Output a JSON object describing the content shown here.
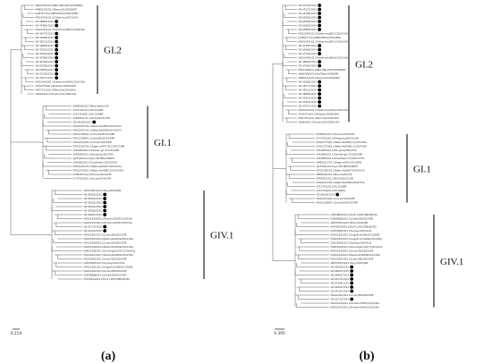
{
  "figure": {
    "panels": [
      {
        "id": "a",
        "label": "(a)",
        "scale_label": "0.214",
        "clades": [
          {
            "name": "GI.2",
            "tips": [
              {
                "label": "KB614056/GI.2/BRA-2BR-DP01/2006/BRA",
                "dot": false
              },
              {
                "label": "MN661542/GI.2/Rayon/GL2009/ARG",
                "dot": false
              },
              {
                "label": "KJ453573/GI.2/MEX/HP012/2012/MEX",
                "dot": false
              },
              {
                "label": "MG012441/GI.2/Oklahoma/2015/USA",
                "dot": false
              },
              {
                "label": "GE-46860/2014",
                "dot": true
              },
              {
                "label": "GE-47485/2014",
                "dot": true
              },
              {
                "label": "MG012441/GI.2/Oklahoma/8671/2016/USA",
                "dot": false
              },
              {
                "label": "GE-45477/2014",
                "dot": true
              },
              {
                "label": "GE-32968/2015",
                "dot": true
              },
              {
                "label": "GE-45513/2014",
                "dot": true
              },
              {
                "label": "GE-46685/2015",
                "dot": true
              },
              {
                "label": "GE-47650/2015",
                "dot": true
              },
              {
                "label": "GE-47620/2015",
                "dot": true
              },
              {
                "label": "GE-47485/2014",
                "dot": true
              },
              {
                "label": "GE-44789/2014",
                "dot": true
              },
              {
                "label": "GE-65748/2014",
                "dot": true
              },
              {
                "label": "GE-63858/2015",
                "dot": true
              },
              {
                "label": "GE-47239/2015",
                "dot": true
              },
              {
                "label": "GE-47037/2015",
                "dot": true
              },
              {
                "label": "MG012443/GI.2/Oklahoma/9441/2015/USA",
                "dot": false
              },
              {
                "label": "AF294739/GI.2/Potsdam/2000/GER",
                "dot": false
              },
              {
                "label": "MK537531/GI.2/Parkville/2016/AUS",
                "dot": false
              },
              {
                "label": "U96444/GI.2/Houston/90/1990/USA",
                "dot": false
              }
            ]
          },
          {
            "name": "GI.1",
            "tips": [
              {
                "label": "KB856963/GI.1/Manchester/UK",
                "dot": false
              },
              {
                "label": "AY237421/GI.1/Mc114/JPN",
                "dot": false
              },
              {
                "label": "AY237420/GI.1/Mc114/JPN",
                "dot": false
              },
              {
                "label": "KP298011/GI.1/Mc34/2013/CHN",
                "dot": false
              },
              {
                "label": "GE-64526/2014",
                "dot": true
              },
              {
                "label": "MG012437/GI.1/Nashville/9861/2014/USA",
                "dot": false
              },
              {
                "label": "MG012437/GI.1/Nashville/0906/2014/USA",
                "dot": false
              },
              {
                "label": "MG012398/GI.1/Lima/1845/2014/PE",
                "dot": false
              },
              {
                "label": "MG012398/GI.1/Lima/0930/2014/PE",
                "dot": false
              },
              {
                "label": "MG012434/GI.1/Lima/11/2014/PE",
                "dot": false
              },
              {
                "label": "MG012387/GI.1/Sapporo/HKY-2013/2017/JPN",
                "dot": false
              },
              {
                "label": "AY646855/GI.1/Sweden-gtc-5/2014/GER",
                "dot": false
              },
              {
                "label": "AY646855/GI.1/Mongolia/2002/THA",
                "dot": false
              },
              {
                "label": "AJ251991/GI.1/Lyon/30388/1998/FR",
                "dot": false
              },
              {
                "label": "AY646855/GI.1/Chanthaburi/2002/THA",
                "dot": false
              },
              {
                "label": "MG012297/GI.1/Nashville/9427/2014/USA",
                "dot": false
              },
              {
                "label": "MG012418/GI.1/Nashville/9985.1/2014/USA",
                "dot": false
              },
              {
                "label": "KX984813/GI.1/Hunan/2014/CHN",
                "dot": false
              },
              {
                "label": "KY747503/GI.1/Hunan/2014/CHN",
                "dot": false
              }
            ]
          },
          {
            "name": "GIV.1",
            "tips": [
              {
                "label": "AB970595/GIV.1/Tokyo/2016/JPN",
                "dot": false
              },
              {
                "label": "GE-64962/2014",
                "dot": true
              },
              {
                "label": "GE-65004/2015",
                "dot": true
              },
              {
                "label": "GE-65005/2014",
                "dot": true
              },
              {
                "label": "GE-64962/2014",
                "dot": true
              },
              {
                "label": "GE-67006/2015",
                "dot": true
              },
              {
                "label": "GE-66697/2015",
                "dot": true
              },
              {
                "label": "MG012420/GIV.1/Portland/0587/2014/USA",
                "dot": false
              },
              {
                "label": "MG012457/GIV.1/Portland/9441/2015/USA",
                "dot": false
              },
              {
                "label": "GE-65172/2014",
                "dot": true
              },
              {
                "label": "GE-64191/2014",
                "dot": true
              },
              {
                "label": "MG012401/GIV.1/Lima/1083/2014/PE",
                "dot": false
              },
              {
                "label": "MG012403/GIV.1/Nashville/4600/2014/USA",
                "dot": false
              },
              {
                "label": "MG012400/GIV.1/Lima/1556/2014/PE",
                "dot": false
              },
              {
                "label": "MG012446/GIV.1/Nashville/8496/2014/USA",
                "dot": false
              },
              {
                "label": "KM612405/GIV.1/Chandigarh/2017/2014/GUJ",
                "dot": false
              },
              {
                "label": "MG012403/GIV.1/Nashville/9464/2014/USA",
                "dot": false
              },
              {
                "label": "MG012401/GIV.1/Lima/1858/2014/PE",
                "dot": false
              },
              {
                "label": "DQ525683/GIV.1/Sydney/2014/AUS",
                "dot": false
              },
              {
                "label": "MG012361/GIV.1/Angelholm/60/2014/SWE",
                "dot": false
              },
              {
                "label": "MG012402/GIV.1/Lima/1988/2014/PE",
                "dot": false
              },
              {
                "label": "DQ089688/GIV.1/Lima/1089/2014/PE",
                "dot": false
              },
              {
                "label": "AF436814/GIV.1/Hu/F-1185/1988-B/USA",
                "dot": false
              }
            ]
          }
        ]
      },
      {
        "id": "b",
        "label": "(b)",
        "scale_label": "0.305",
        "clades": [
          {
            "name": "GI.2",
            "tips": [
              {
                "label": "GE-67139/2015",
                "dot": true
              },
              {
                "label": "GE-47037/2015",
                "dot": true
              },
              {
                "label": "GE-64784/2014",
                "dot": true
              },
              {
                "label": "GE-63858/2015",
                "dot": true
              },
              {
                "label": "GE-65480/2014",
                "dot": true
              },
              {
                "label": "GE-63460/2014",
                "dot": true
              },
              {
                "label": "GE-63858/2015",
                "dot": true
              },
              {
                "label": "MG012441/GI.2/Oklahoma/8671/2015/USA",
                "dot": false
              },
              {
                "label": "JX965277/GI.2/BRA/HP012/2012/BRA",
                "dot": false
              },
              {
                "label": "MG012441/GI.2/Oklahoma/9571/2016/USA",
                "dot": false
              },
              {
                "label": "GE-47485/2014",
                "dot": true
              },
              {
                "label": "GE-65480/2014",
                "dot": true
              },
              {
                "label": "GE-47443/2014",
                "dot": true
              },
              {
                "label": "MG012441/GI.2/Oklahoma/9651/2015/USA",
                "dot": false
              },
              {
                "label": "GE-46860/2014",
                "dot": true
              },
              {
                "label": "GE-47485/2014",
                "dot": true
              },
              {
                "label": "KB614056/GI.2/BRA-2BR-DP01/2006/BRA",
                "dot": false
              },
              {
                "label": "AB867883/GI.2/Hu/Tokyo/2006/JPN",
                "dot": false
              },
              {
                "label": "MN661542/GI.2/Rayon/GL2009/ARG",
                "dot": false
              },
              {
                "label": "GE-62968/2015",
                "dot": true
              },
              {
                "label": "GE-45477/2014",
                "dot": true
              },
              {
                "label": "GE-45513/2014",
                "dot": true
              },
              {
                "label": "GE-46685/2015",
                "dot": true
              },
              {
                "label": "GE-47815/2014",
                "dot": true
              },
              {
                "label": "GE-67061/2015",
                "dot": true
              },
              {
                "label": "GE-47037/2015",
                "dot": true
              },
              {
                "label": "MG012443/GI.2/Oklahoma/9441/2015/USA",
                "dot": false
              },
              {
                "label": "AF294739/GI.2/Potsdam/2000/GER",
                "dot": false
              },
              {
                "label": "MK537531/GI.2/Parkville/2016/AUS",
                "dot": false
              },
              {
                "label": "U96444/GI.2/Houston/90/1990/USA",
                "dot": false
              }
            ]
          },
          {
            "name": "GI.1",
            "tips": [
              {
                "label": "KX984813/GI.1/Hunan/2016/CHN",
                "dot": false
              },
              {
                "label": "KY747503/GI.1/Hengyang/2014/CHN",
                "dot": false
              },
              {
                "label": "MG012374/GI.1/Nashville/8061.1/2015/USA",
                "dot": false
              },
              {
                "label": "MG012379/GI.1/Nashville/9985.1/2014/USA",
                "dot": false
              },
              {
                "label": "AY646855/GI.1/Mongolia/2002/THA",
                "dot": false
              },
              {
                "label": "AY646855/GI.1/Sweden-gtc-5/2002/GER",
                "dot": false
              },
              {
                "label": "AY646855/GI.1/Chanthaburi/74/2007/THA",
                "dot": false
              },
              {
                "label": "HM002617/GI.1/Sapporo/HKY-2013/JPN",
                "dot": false
              },
              {
                "label": "AJ251991/GI.1/Lyon/30388/1998/FR",
                "dot": false
              },
              {
                "label": "MG012387/GI.1/Nashville/9427/2014/USA",
                "dot": false
              },
              {
                "label": "KB856963/GI.1/Manchester/UK",
                "dot": false
              },
              {
                "label": "KP298011/GI.1/Mc34/2013/CHN",
                "dot": false
              },
              {
                "label": "MG012437/GI.1/Nashville/0906/2014/USA",
                "dot": false
              },
              {
                "label": "AY237421/GI.1/Mc114/JPN",
                "dot": false
              },
              {
                "label": "AY237420/GI.1/Mc10/JPN",
                "dot": false
              },
              {
                "label": "GE-64526/2014",
                "dot": true
              },
              {
                "label": "MG012434/GI.1/Lima/11/2014/PE",
                "dot": false
              },
              {
                "label": "MG012398/GI.1/Lima/1845/2014/PE",
                "dot": false
              }
            ]
          },
          {
            "name": "GIV.1",
            "tips": [
              {
                "label": "DQ058829/GIV.1/Hu/F-1185/1988-B/USA",
                "dot": false
              },
              {
                "label": "DQ089688/GIV.1/Lima/1089/2014/PE",
                "dot": false
              },
              {
                "label": "AB970595/GIV.1/Tokyo/2016/JPN",
                "dot": false
              },
              {
                "label": "AF436814/GIV.1/Hu/F-1185/1988-B/USA",
                "dot": false
              },
              {
                "label": "DQ525683/GIV.1/Sydney/2014/AUS",
                "dot": false
              },
              {
                "label": "MG012361/GIV.1/Angelholm/60/2014/SWE",
                "dot": false
              },
              {
                "label": "MG012403/GIV.1/Angelholm/9464/2014/USA",
                "dot": false
              },
              {
                "label": "DQ525683/GIV.1/Sydney/2004/AUS",
                "dot": false
              },
              {
                "label": "KM612405/GIV.1/Chandigarh/2017/2014/GUJ",
                "dot": false
              },
              {
                "label": "MG012400/GIV.1/Lima/1556/2014/PE",
                "dot": false
              },
              {
                "label": "MG012446/GIV.1/Nashville/8496/2014/USA",
                "dot": false
              },
              {
                "label": "MG012401/GIV.1/Lima/1083/2014/PE",
                "dot": false
              },
              {
                "label": "AB970595/GIV.1/Tokyo/2016/JPN",
                "dot": false
              },
              {
                "label": "GE-65004/2015",
                "dot": true
              },
              {
                "label": "GE-66697/2015",
                "dot": true
              },
              {
                "label": "GE-64962/2014",
                "dot": true
              },
              {
                "label": "GE-65172/2014",
                "dot": true
              },
              {
                "label": "GE-67006/2015",
                "dot": true
              },
              {
                "label": "GE-64962/2014",
                "dot": true
              },
              {
                "label": "GE-64191/2014",
                "dot": true
              },
              {
                "label": "MG012401/GIV.1/Lima/1858/2014/PE",
                "dot": false
              },
              {
                "label": "GE-65172/2014",
                "dot": true
              },
              {
                "label": "MG012420/GIV.1/Portland/0587/2014/USA",
                "dot": false
              },
              {
                "label": "MG012457/GIV.1/Portland/9441/2015/USA",
                "dot": false
              }
            ]
          }
        ]
      }
    ]
  }
}
